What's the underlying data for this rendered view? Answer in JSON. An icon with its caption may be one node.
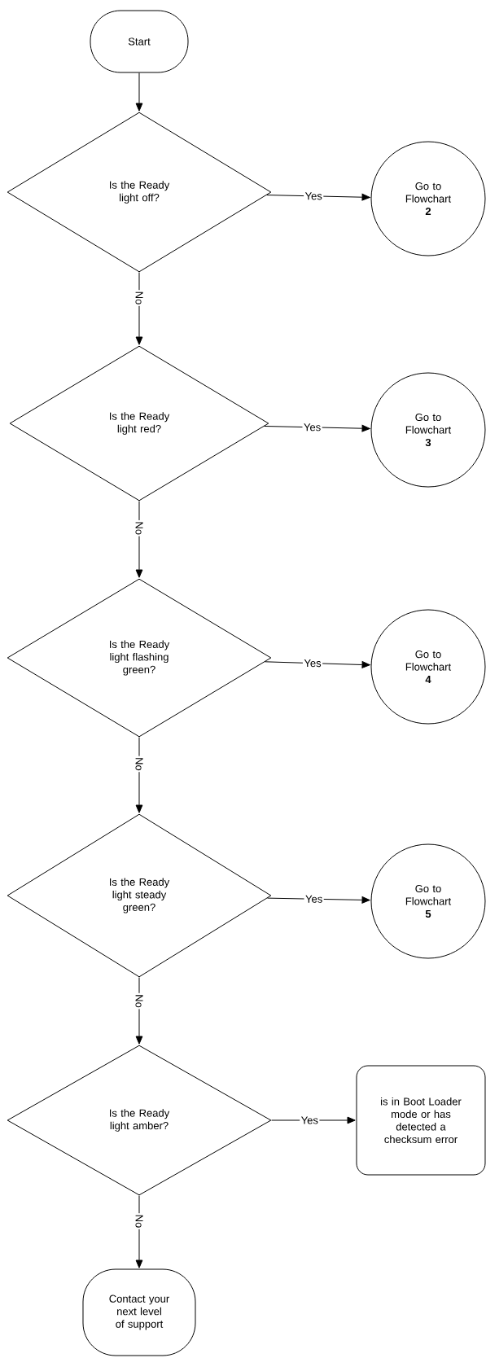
{
  "diagram": {
    "nodes": [
      {
        "text": [
          "Start"
        ]
      },
      {
        "text": [
          "Is the Ready light off?"
        ]
      },
      {
        "text": [
          "Go to Flowchart **2**"
        ]
      },
      {
        "text": [
          "Is the Ready light red?"
        ]
      },
      {
        "text": [
          "Go to Flowchart **3**"
        ]
      },
      {
        "text": [
          "Is the Ready light flashing green?"
        ]
      },
      {
        "text": [
          "Go to Flowchart **4**"
        ]
      },
      {
        "text": [
          "Is the Ready light steady green?"
        ]
      },
      {
        "text": [
          "Go to Flowchart **5**"
        ]
      },
      {
        "text": [
          "Is the Ready light amber?"
        ]
      },
      {
        "text": [
          "is in Boot Loader mode or has detected a checksum error"
        ]
      },
      {
        "text": [
          "Contact your next level of support"
        ]
      }
    ],
    "edges": [
      {
        "from": 0,
        "to": 1,
        "arrow": "to"
      },
      {
        "from": 1,
        "to": 2,
        "arrow": "to",
        "label": "Yes"
      },
      {
        "from": 1,
        "to": 3,
        "arrow": "to",
        "label": "No"
      },
      {
        "from": 3,
        "to": 4,
        "arrow": "to",
        "label": "Yes"
      },
      {
        "from": 3,
        "to": 5,
        "arrow": "to",
        "label": "No"
      },
      {
        "from": 5,
        "to": 6,
        "arrow": "to",
        "label": "Yes"
      },
      {
        "from": 5,
        "to": 7,
        "arrow": "to",
        "label": "No"
      },
      {
        "from": 7,
        "to": 8,
        "arrow": "to",
        "label": "Yes"
      },
      {
        "from": 7,
        "to": 9,
        "arrow": "to",
        "label": "No"
      },
      {
        "from": 9,
        "to": 10,
        "arrow": "to",
        "label": "Yes"
      },
      {
        "from": 9,
        "to": 11,
        "arrow": "to",
        "label": "No"
      }
    ]
  }
}
